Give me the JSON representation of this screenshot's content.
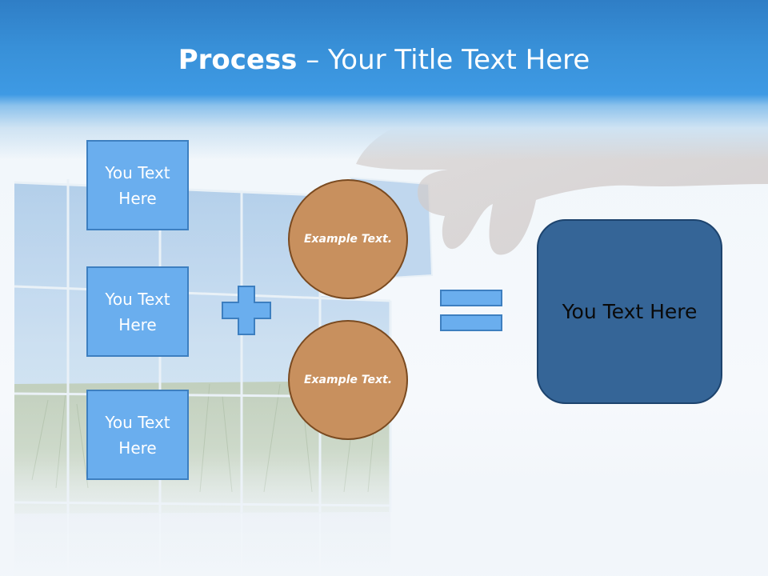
{
  "slide": {
    "title_bold": "Process",
    "title_rest": " – Your Title Text Here",
    "text_boxes": [
      {
        "label": "You Text Here"
      },
      {
        "label": "You Text Here"
      },
      {
        "label": "You Text Here"
      }
    ],
    "circles": [
      {
        "label": "Example Text."
      },
      {
        "label": "Example Text."
      }
    ],
    "result_box": {
      "label": "You Text Here"
    }
  },
  "colors": {
    "header_blue": "#3890d8",
    "box_blue": "#6aaeee",
    "box_border": "#3d7fc0",
    "circle_fill": "#c8905e",
    "circle_border": "#7a4a20",
    "result_fill": "#356597"
  },
  "icons": {
    "plus": "plus-icon",
    "equals": "equals-icon"
  }
}
